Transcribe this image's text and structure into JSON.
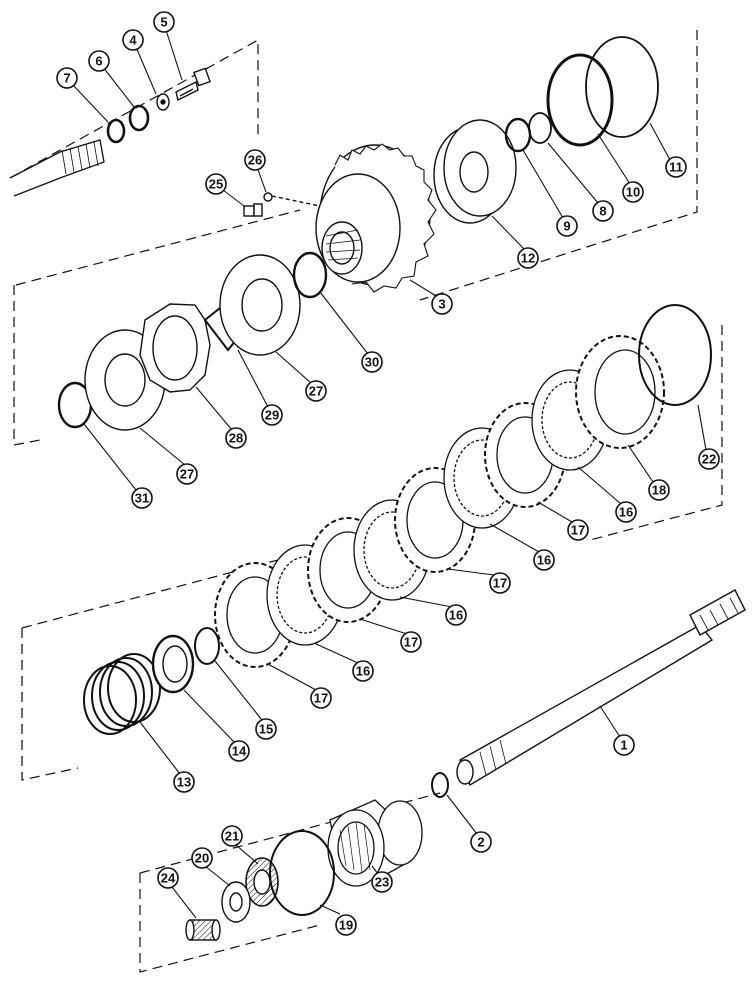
{
  "diagram": {
    "colors": {
      "ink": "#111111",
      "paper": "#ffffff",
      "shade": "#c8c8c8"
    },
    "callouts": [
      {
        "id": "c7",
        "text": "7"
      },
      {
        "id": "c6",
        "text": "6"
      },
      {
        "id": "c4",
        "text": "4"
      },
      {
        "id": "c5",
        "text": "5"
      },
      {
        "id": "c26",
        "text": "26"
      },
      {
        "id": "c25",
        "text": "25"
      },
      {
        "id": "c11",
        "text": "11"
      },
      {
        "id": "c10",
        "text": "10"
      },
      {
        "id": "c8",
        "text": "8"
      },
      {
        "id": "c9",
        "text": "9"
      },
      {
        "id": "c12",
        "text": "12"
      },
      {
        "id": "c3",
        "text": "3"
      },
      {
        "id": "c30",
        "text": "30"
      },
      {
        "id": "c27a",
        "text": "27"
      },
      {
        "id": "c29",
        "text": "29"
      },
      {
        "id": "c28",
        "text": "28"
      },
      {
        "id": "c27b",
        "text": "27"
      },
      {
        "id": "c31",
        "text": "31"
      },
      {
        "id": "c22",
        "text": "22"
      },
      {
        "id": "c18",
        "text": "18"
      },
      {
        "id": "c16a",
        "text": "16"
      },
      {
        "id": "c17a",
        "text": "17"
      },
      {
        "id": "c16b",
        "text": "16"
      },
      {
        "id": "c17b",
        "text": "17"
      },
      {
        "id": "c16c",
        "text": "16"
      },
      {
        "id": "c17c",
        "text": "17"
      },
      {
        "id": "c16d",
        "text": "16"
      },
      {
        "id": "c17d",
        "text": "17"
      },
      {
        "id": "c15",
        "text": "15"
      },
      {
        "id": "c14",
        "text": "14"
      },
      {
        "id": "c13",
        "text": "13"
      },
      {
        "id": "c1",
        "text": "1"
      },
      {
        "id": "c2",
        "text": "2"
      },
      {
        "id": "c23",
        "text": "23"
      },
      {
        "id": "c21",
        "text": "21"
      },
      {
        "id": "c20",
        "text": "20"
      },
      {
        "id": "c24",
        "text": "24"
      },
      {
        "id": "c19",
        "text": "19"
      }
    ]
  }
}
